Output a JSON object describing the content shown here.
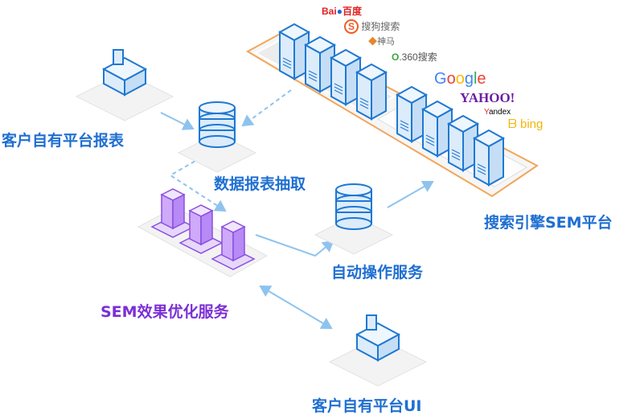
{
  "colors": {
    "label_blue": "#1f6fd1",
    "label_purple": "#7b2fd6",
    "server_stroke": "#1f78d1",
    "server_fill": "#dcecfb",
    "platform_border": "#f2a65a",
    "arrow": "#8ec3ee"
  },
  "labels": {
    "client_report": "客户自有平台报表",
    "data_extract": "数据报表抽取",
    "search_sem": "搜索引擎SEM平台",
    "auto_ops": "自动操作服务",
    "sem_optimize": "SEM效果优化服务",
    "client_ui": "客户自有平台UI"
  },
  "logos": {
    "baidu": "Bai du 百度",
    "sogou": "搜狗搜索",
    "shenma": "神马",
    "s360": "360搜索",
    "google": "Google",
    "yahoo": "YAHOO!",
    "yandex": "Yandex",
    "bing": "bing"
  }
}
